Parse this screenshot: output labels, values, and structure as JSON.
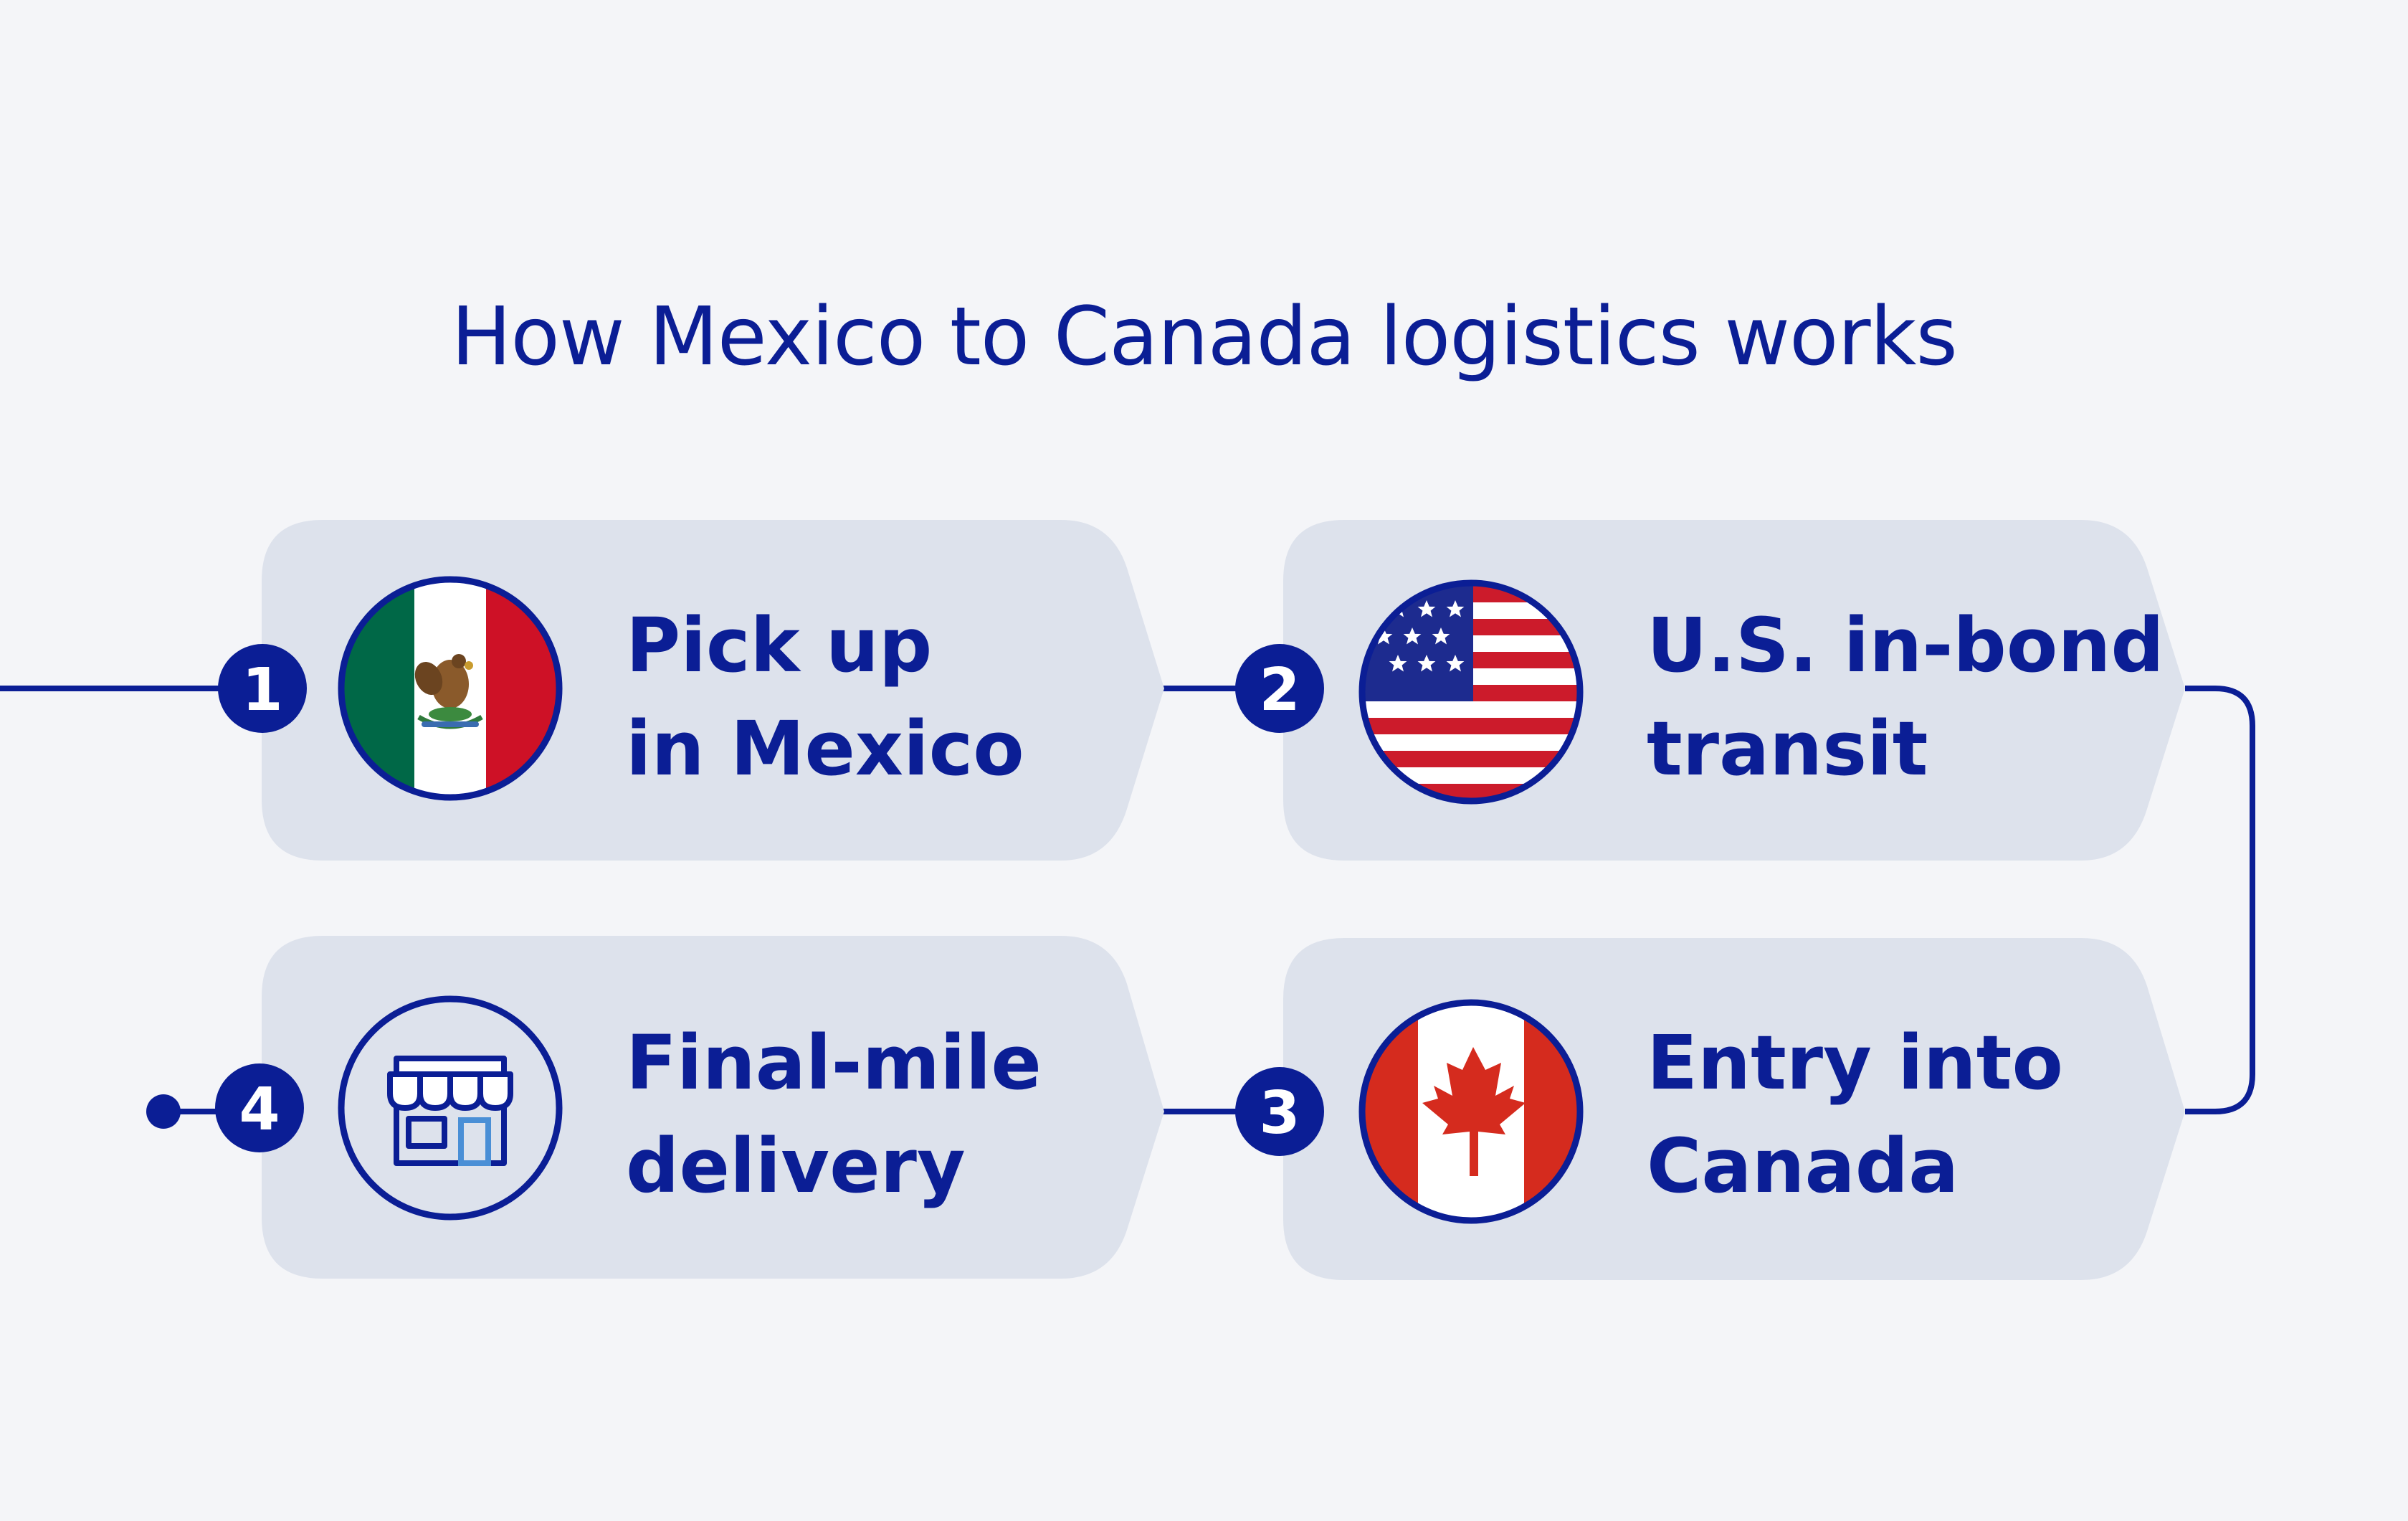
{
  "title": "How Mexico to Canada logistics works",
  "colors": {
    "background": "#f4f5f8",
    "card": "#dde2ec",
    "accent": "#0b1e95",
    "mexico_green": "#006847",
    "mexico_red": "#ce1126",
    "usa_red": "#cc1b2b",
    "usa_blue": "#1d2b8f",
    "canada_red": "#d52b1e",
    "store_awning_blue": "#0b1e95",
    "store_door_blue": "#4a8fd6"
  },
  "steps": [
    {
      "number": "1",
      "line1": "Pick up",
      "line2": "in Mexico",
      "icon": "mexico-flag-icon"
    },
    {
      "number": "2",
      "line1": "U.S. in-bond",
      "line2": "transit",
      "icon": "usa-flag-icon"
    },
    {
      "number": "3",
      "line1": "Entry into",
      "line2": "Canada",
      "icon": "canada-flag-icon"
    },
    {
      "number": "4",
      "line1": "Final-mile",
      "line2": "delivery",
      "icon": "storefront-icon"
    }
  ]
}
